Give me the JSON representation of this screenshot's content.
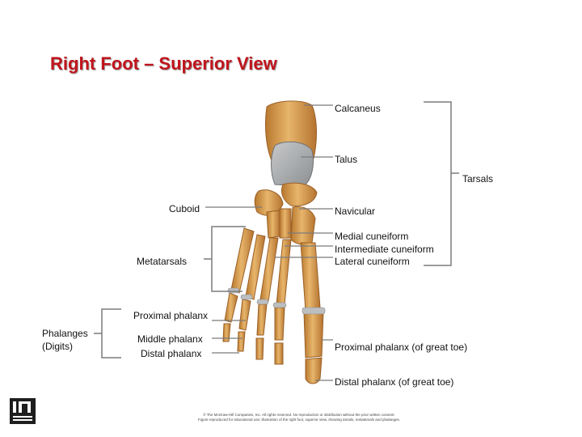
{
  "title": "Right Foot – Superior View",
  "labels": {
    "calcaneus": "Calcaneus",
    "talus": "Talus",
    "tarsals": "Tarsals",
    "cuboid": "Cuboid",
    "navicular": "Navicular",
    "medial_cuneiform": "Medial cuneiform",
    "intermediate_cuneiform": "Intermediate cuneiform",
    "lateral_cuneiform": "Lateral cuneiform",
    "metatarsals": "Metatarsals",
    "proximal_phalanx": "Proximal phalanx",
    "phalanges_line1": "Phalanges",
    "phalanges_line2": "(Digits)",
    "middle_phalanx": "Middle phalanx",
    "distal_phalanx": "Distal phalanx",
    "proximal_phalanx_great_toe": "Proximal phalanx (of great toe)",
    "distal_phalanx_great_toe": "Distal phalanx (of great toe)"
  },
  "copyright": {
    "line1": "© The McGraw-Hill Companies, Inc. All rights reserved. No reproduction or distribution without the prior written consent.",
    "line2": "Figure reproduced for educational use; illustration of the right foot, superior view, showing tarsals, metatarsals and phalanges."
  },
  "colors": {
    "title": "#c0141c",
    "bone": "#d9a55c",
    "bone_shadow": "#a66b2c",
    "talus": "#a9acae",
    "cartilage": "#bcbec0"
  }
}
